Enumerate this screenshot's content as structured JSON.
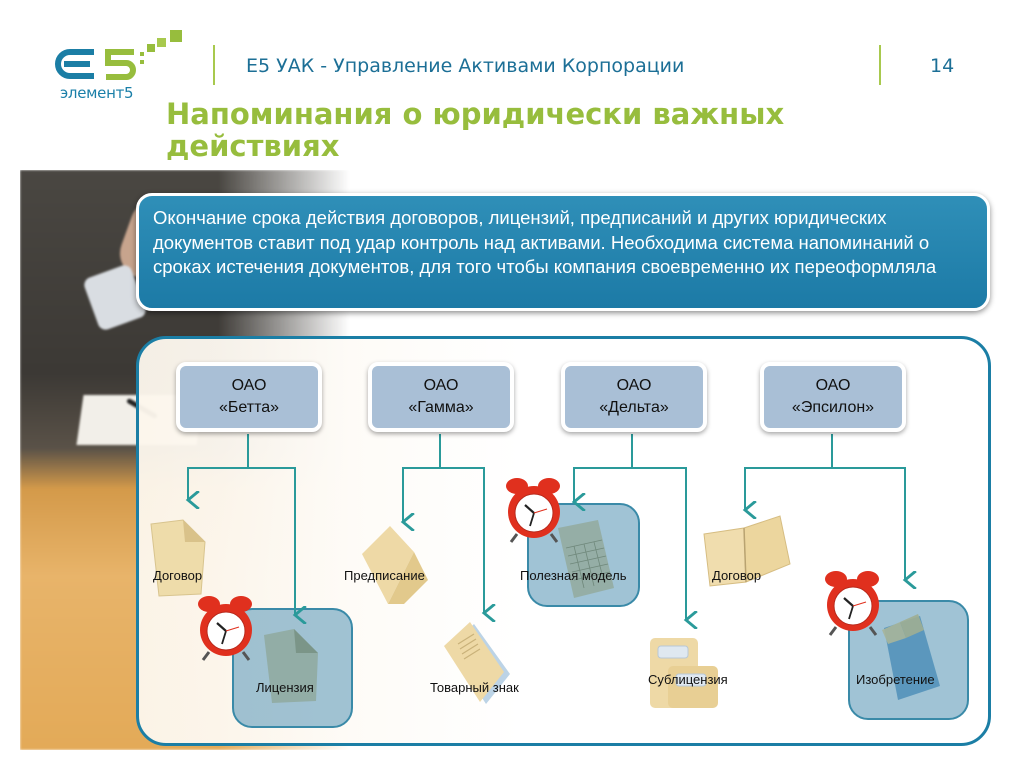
{
  "header": {
    "logo_text": "E5",
    "logo_subtitle": "элемент5",
    "title": "E5 УАК - Управление Активами Корпорации",
    "page_number": "14"
  },
  "slide": {
    "title": "Напоминания о юридически важных действиях",
    "info_text": "Окончание срока действия договоров, лицензий, предписаний и других юридических документов ставит под удар контроль над активами. Необходима система напоминаний о сроках истечения документов, для того чтобы компания своевременно их переоформляла"
  },
  "colors": {
    "brand_blue": "#1b7ea5",
    "brand_green": "#97bd3d",
    "box_fill": "#a9bfd6",
    "highlight_fill": "#78aac3",
    "alarm_red": "#e0301e",
    "connector": "#2a9a9a"
  },
  "companies": [
    {
      "line1": "ОАО",
      "line2": "«Бетта»",
      "documents": [
        {
          "label": "Договор",
          "icon": "document-icon",
          "reminder": false
        },
        {
          "label": "Лицензия",
          "icon": "document-icon",
          "reminder": true
        }
      ]
    },
    {
      "line1": "ОАО",
      "line2": "«Гамма»",
      "documents": [
        {
          "label": "Предписание",
          "icon": "folder-icon",
          "reminder": false
        },
        {
          "label": "Товарный знак",
          "icon": "notebook-icon",
          "reminder": false
        }
      ]
    },
    {
      "line1": "ОАО",
      "line2": "«Дельта»",
      "documents": [
        {
          "label": "Полезная модель",
          "icon": "blueprint-icon",
          "reminder": true
        },
        {
          "label": "Сублицензия",
          "icon": "file-folder-icon",
          "reminder": false
        }
      ]
    },
    {
      "line1": "ОАО",
      "line2": "«Эпсилон»",
      "documents": [
        {
          "label": "Договор",
          "icon": "open-book-icon",
          "reminder": false
        },
        {
          "label": "Изобретение",
          "icon": "clipboard-icon",
          "reminder": true
        }
      ]
    }
  ]
}
